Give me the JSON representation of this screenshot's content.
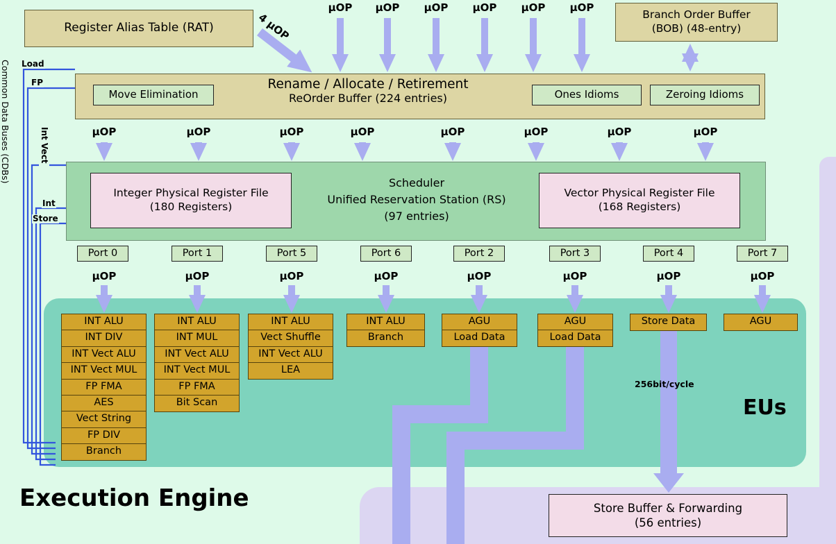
{
  "colors": {
    "background": "#defae9",
    "tan_box": "#ddd6a4",
    "light_green_box": "#cfe9c6",
    "scheduler_green": "#9ed7ab",
    "pink_box": "#f3dce8",
    "eu_teal": "#7ed3bd",
    "eu_gold": "#d2a42c",
    "arrow_purple": "#a9adf0",
    "bus_blue": "#3355dd",
    "memory_lavender": "#dcd6f2"
  },
  "labels": {
    "uop": "μOP",
    "four_uop": "4 μOP",
    "eus": "EUs",
    "execution_engine": "Execution Engine",
    "bandwidth": "256bit/cycle",
    "cdb": "Common Data Buses (CDBs)"
  },
  "bus_labels": {
    "load": "Load",
    "fp": "FP",
    "int_vect": "Int Vect",
    "int": "Int",
    "store": "Store"
  },
  "boxes": {
    "rat": "Register Alias Table (RAT)",
    "bob_line1": "Branch Order Buffer",
    "bob_line2": "(BOB) (48-entry)",
    "rename_line1": "Rename / Allocate / Retirement",
    "rename_line2": "ReOrder Buffer (224 entries)",
    "move_elimination": "Move Elimination",
    "ones_idioms": "Ones Idioms",
    "zeroing_idioms": "Zeroing Idioms",
    "scheduler_line1": "Scheduler",
    "scheduler_line2": "Unified Reservation Station (RS)",
    "scheduler_line3": "(97 entries)",
    "int_prf_line1": "Integer Physical Register File",
    "int_prf_line2": "(180 Registers)",
    "vec_prf_line1": "Vector Physical Register File",
    "vec_prf_line2": "(168 Registers)",
    "store_buffer_line1": "Store Buffer & Forwarding",
    "store_buffer_line2": "(56 entries)"
  },
  "ports": [
    "Port 0",
    "Port 1",
    "Port 5",
    "Port 6",
    "Port 2",
    "Port 3",
    "Port 4",
    "Port 7"
  ],
  "eu_columns": [
    {
      "port": "Port 0",
      "units": [
        "INT ALU",
        "INT DIV",
        "INT Vect ALU",
        "INT Vect MUL",
        "FP FMA",
        "AES",
        "Vect String",
        "FP DIV",
        "Branch"
      ]
    },
    {
      "port": "Port 1",
      "units": [
        "INT ALU",
        "INT MUL",
        "INT Vect ALU",
        "INT Vect MUL",
        "FP FMA",
        "Bit Scan"
      ]
    },
    {
      "port": "Port 5",
      "units": [
        "INT ALU",
        "Vect Shuffle",
        "INT Vect ALU",
        "LEA"
      ]
    },
    {
      "port": "Port 6",
      "units": [
        "INT ALU",
        "Branch"
      ]
    },
    {
      "port": "Port 2",
      "units": [
        "AGU",
        "Load Data"
      ]
    },
    {
      "port": "Port 3",
      "units": [
        "AGU",
        "Load Data"
      ]
    },
    {
      "port": "Port 4",
      "units": [
        "Store Data"
      ]
    },
    {
      "port": "Port 7",
      "units": [
        "AGU"
      ]
    }
  ]
}
